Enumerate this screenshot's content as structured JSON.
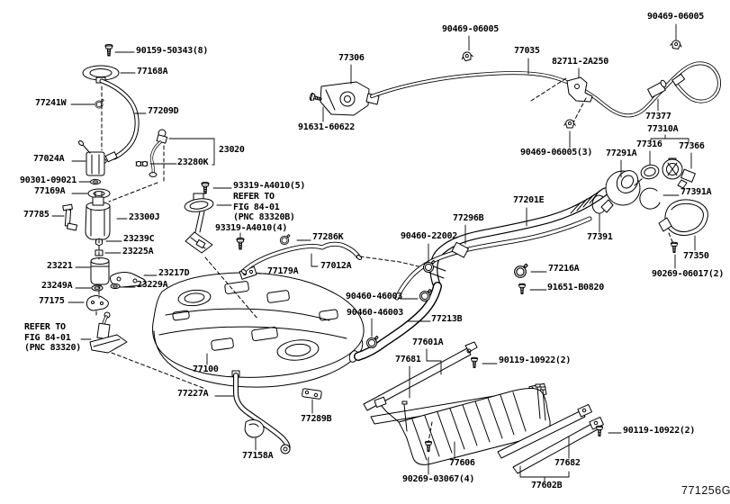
{
  "figure": {
    "code": "771256G"
  },
  "colors": {
    "ink": "#000000",
    "paper": "#ffffff"
  },
  "parts": {
    "p90159_50343": {
      "text": "90159-50343(8)"
    },
    "p77168A": {
      "text": "77168A"
    },
    "p77241W": {
      "text": "77241W"
    },
    "p77209D": {
      "text": "77209D"
    },
    "p23020": {
      "text": "23020"
    },
    "p23280K": {
      "text": "23280K"
    },
    "p77024A": {
      "text": "77024A"
    },
    "p90301_09021": {
      "text": "90301-09021"
    },
    "p77169A": {
      "text": "77169A"
    },
    "p77785": {
      "text": "77785"
    },
    "p23300J": {
      "text": "23300J"
    },
    "p23239C": {
      "text": "23239C"
    },
    "p23225A": {
      "text": "23225A"
    },
    "p23221": {
      "text": "23221"
    },
    "p23217D": {
      "text": "23217D"
    },
    "p23249A": {
      "text": "23249A"
    },
    "p23229A": {
      "text": "23229A"
    },
    "p77175": {
      "text": "77175"
    },
    "p77100": {
      "text": "77100"
    },
    "p77227A": {
      "text": "77227A"
    },
    "p77289B": {
      "text": "77289B"
    },
    "p77158A": {
      "text": "77158A"
    },
    "p93319_A4010_5": {
      "text": "93319-A4010(5)"
    },
    "p93319_A4010_4": {
      "text": "93319-A4010(4)"
    },
    "p77286K": {
      "text": "77286K"
    },
    "p77012A": {
      "text": "77012A"
    },
    "p77179A": {
      "text": "77179A"
    },
    "p77306": {
      "text": "77306"
    },
    "p91631_60622": {
      "text": "91631-60622"
    },
    "p90469_06005_a": {
      "text": "90469-06005"
    },
    "p77035": {
      "text": "77035"
    },
    "p82711_2A250": {
      "text": "82711-2A250"
    },
    "p90469_06005_b": {
      "text": "90469-06005"
    },
    "p90469_06005_c": {
      "text": "90469-06005(3)"
    },
    "p77377": {
      "text": "77377"
    },
    "p77310A": {
      "text": "77310A"
    },
    "p77316": {
      "text": "77316"
    },
    "p77366": {
      "text": "77366"
    },
    "p77291A": {
      "text": "77291A"
    },
    "p77391A": {
      "text": "77391A"
    },
    "p77391": {
      "text": "77391"
    },
    "p77350": {
      "text": "77350"
    },
    "p90269_06017": {
      "text": "90269-06017(2)"
    },
    "p77201E": {
      "text": "77201E"
    },
    "p77296B": {
      "text": "77296B"
    },
    "p90460_22002": {
      "text": "90460-22002"
    },
    "p77216A": {
      "text": "77216A"
    },
    "p91651_B0820": {
      "text": "91651-B0820"
    },
    "p90460_46003_a": {
      "text": "90460-46003"
    },
    "p90460_46003_b": {
      "text": "90460-46003"
    },
    "p77213B": {
      "text": "77213B"
    },
    "p77601A": {
      "text": "77601A"
    },
    "p77681": {
      "text": "77681"
    },
    "p90119_10922_a": {
      "text": "90119-10922(2)"
    },
    "p77606": {
      "text": "77606"
    },
    "p90269_03067": {
      "text": "90269-03067(4)"
    },
    "p77682": {
      "text": "77682"
    },
    "p77602B": {
      "text": "77602B"
    },
    "p90119_10922_b": {
      "text": "90119-10922(2)"
    }
  },
  "notes": {
    "fig8401_tank": {
      "line1": "REFER TO",
      "line2": "FIG 84-01",
      "line3": "(PNC 83320)"
    },
    "fig8401_sender": {
      "line1": "REFER TO",
      "line2": "FIG 84-01",
      "line3": "(PNC 83320B)"
    }
  }
}
